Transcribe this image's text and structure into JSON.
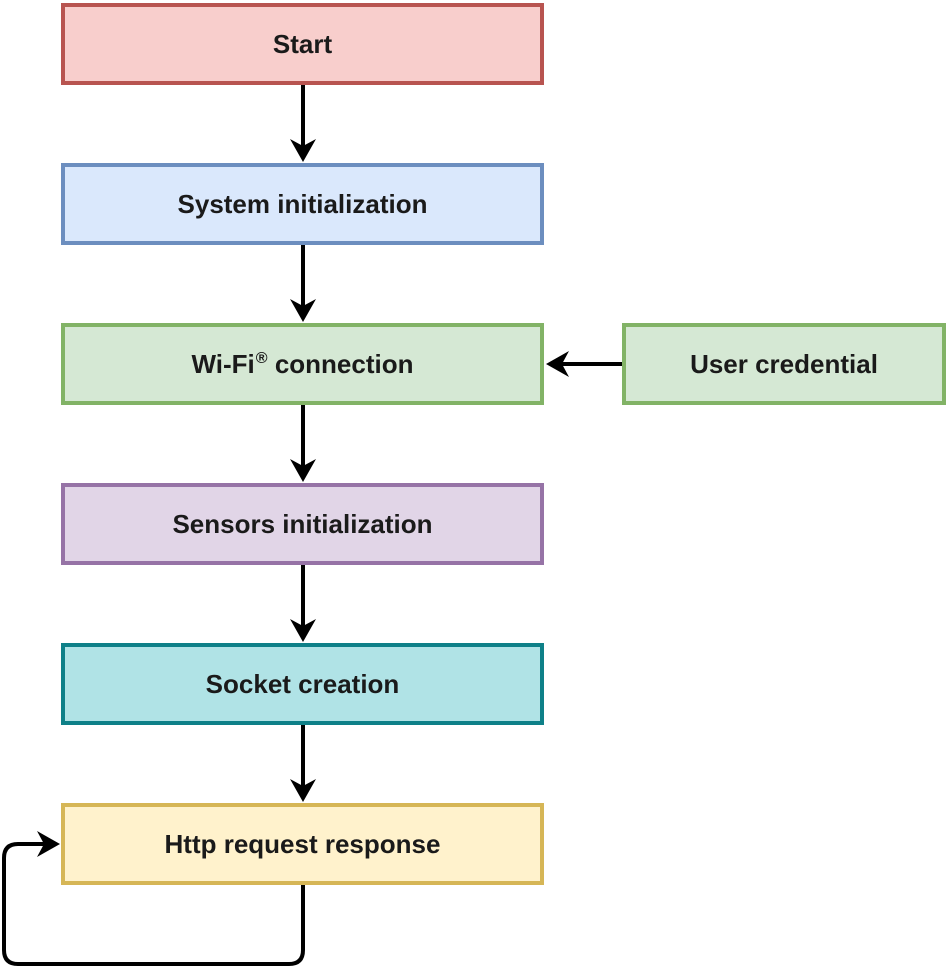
{
  "colors": {
    "start_fill": "#f8cecc",
    "start_border": "#b85450",
    "system_fill": "#dae8fc",
    "system_border": "#6c8ebf",
    "wifi_fill": "#d5e8d4",
    "wifi_border": "#82b366",
    "user_fill": "#d5e8d4",
    "user_border": "#82b366",
    "sensors_fill": "#e1d5e7",
    "sensors_border": "#9673a6",
    "socket_fill": "#b0e3e6",
    "socket_border": "#0e8088",
    "http_fill": "#fff2cc",
    "http_border": "#d6b656",
    "arrow": "#000000"
  },
  "nodes": {
    "start": "Start",
    "system_init": "System initialization",
    "wifi_label": "Wi-Fi",
    "wifi_reg": "®",
    "wifi_suffix": " connection",
    "user_credential": "User credential",
    "sensors_init": "Sensors initialization",
    "socket_creation": "Socket creation",
    "http": "Http request response"
  }
}
